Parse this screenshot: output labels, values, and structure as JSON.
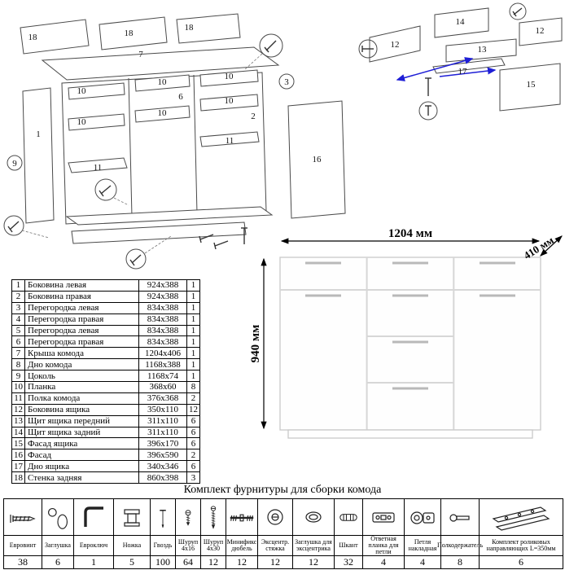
{
  "diagram_left": {
    "labels": [
      "18",
      "18",
      "18",
      "7",
      "1",
      "10",
      "10",
      "10",
      "10",
      "10",
      "10",
      "11",
      "11",
      "6",
      "2",
      "3",
      "9",
      "16"
    ]
  },
  "diagram_right": {
    "labels": [
      "14",
      "12",
      "12",
      "13",
      "17",
      "15"
    ]
  },
  "dimensions": {
    "width": "1204 мм",
    "depth": "410 мм",
    "height": "940 мм"
  },
  "parts_table": {
    "rows": [
      {
        "n": "1",
        "name": "Боковина левая",
        "size": "924x388",
        "q": "1"
      },
      {
        "n": "2",
        "name": "Боковина правая",
        "size": "924x388",
        "q": "1"
      },
      {
        "n": "3",
        "name": "Перегородка левая",
        "size": "834x388",
        "q": "1"
      },
      {
        "n": "4",
        "name": "Перегородка правая",
        "size": "834x388",
        "q": "1"
      },
      {
        "n": "5",
        "name": "Перегородка левая",
        "size": "834x388",
        "q": "1"
      },
      {
        "n": "6",
        "name": "Перегородка правая",
        "size": "834x388",
        "q": "1"
      },
      {
        "n": "7",
        "name": "Крыша комода",
        "size": "1204x406",
        "q": "1"
      },
      {
        "n": "8",
        "name": "Дно комода",
        "size": "1168x388",
        "q": "1"
      },
      {
        "n": "9",
        "name": "Цоколь",
        "size": "1168x74",
        "q": "1"
      },
      {
        "n": "10",
        "name": "Планка",
        "size": "368x60",
        "q": "8"
      },
      {
        "n": "11",
        "name": "Полка комода",
        "size": "376x368",
        "q": "2"
      },
      {
        "n": "12",
        "name": "Боковина ящика",
        "size": "350x110",
        "q": "12"
      },
      {
        "n": "13",
        "name": "Щит ящика передний",
        "size": "311x110",
        "q": "6"
      },
      {
        "n": "14",
        "name": "Щит ящика задний",
        "size": "311x110",
        "q": "6"
      },
      {
        "n": "15",
        "name": "Фасад ящика",
        "size": "396x170",
        "q": "6"
      },
      {
        "n": "16",
        "name": "Фасад",
        "size": "396x590",
        "q": "2"
      },
      {
        "n": "17",
        "name": "Дно ящика",
        "size": "340x346",
        "q": "6"
      },
      {
        "n": "18",
        "name": "Стенка задняя",
        "size": "860x398",
        "q": "3"
      }
    ]
  },
  "hardware": {
    "title": "Комплект фурнитуры для сборки комода",
    "items": [
      {
        "label": "Евровинт",
        "qty": "38"
      },
      {
        "label": "Заглушка",
        "qty": "6"
      },
      {
        "label": "Евроключ",
        "qty": "1"
      },
      {
        "label": "Ножка",
        "qty": "5"
      },
      {
        "label": "Гвоздь",
        "qty": "100"
      },
      {
        "label": "Шуруп 4х16",
        "qty": "64"
      },
      {
        "label": "Шуруп 4х30",
        "qty": "12"
      },
      {
        "label": "Минификс дюбель",
        "qty": "12"
      },
      {
        "label": "Эксцентр. стяжка",
        "qty": "12"
      },
      {
        "label": "Заглушка для эксцентрика",
        "qty": "12"
      },
      {
        "label": "Шкант",
        "qty": "32"
      },
      {
        "label": "Ответная планка для петли",
        "qty": "4"
      },
      {
        "label": "Петля накладная",
        "qty": "4"
      },
      {
        "label": "Полкодержатель",
        "qty": "8"
      },
      {
        "label": "Комплект роликовых направляющих L=350мм",
        "qty": "6"
      }
    ]
  }
}
